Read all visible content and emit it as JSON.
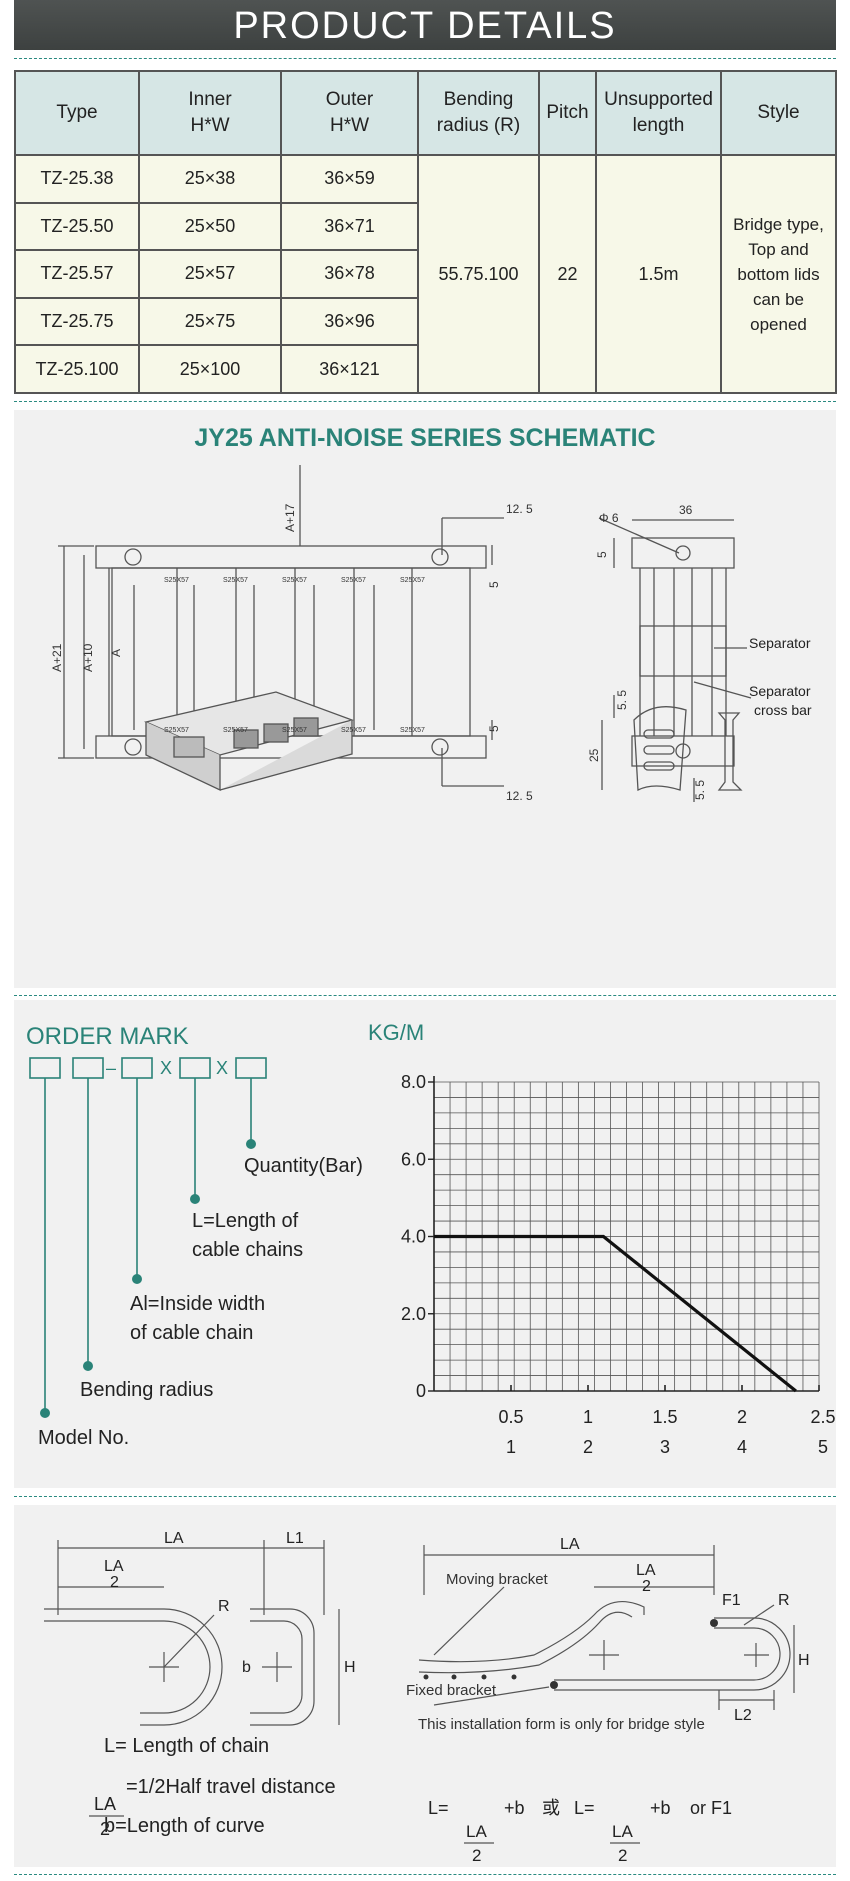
{
  "banner": {
    "title": "PRODUCT DETAILS"
  },
  "table": {
    "headers": {
      "type": "Type",
      "inner_1": "Inner",
      "inner_2": "H*W",
      "outer_1": "Outer",
      "outer_2": "H*W",
      "bending_1": "Bending",
      "bending_2": "radius (R)",
      "pitch": "Pitch",
      "unsupported_1": "Unsupported",
      "unsupported_2": "length",
      "style": "Style"
    },
    "rows": [
      {
        "type": "TZ-25.38",
        "inner": "25×38",
        "outer": "36×59"
      },
      {
        "type": "TZ-25.50",
        "inner": "25×50",
        "outer": "36×71"
      },
      {
        "type": "TZ-25.57",
        "inner": "25×57",
        "outer": "36×78"
      },
      {
        "type": "TZ-25.75",
        "inner": "25×75",
        "outer": "36×96"
      },
      {
        "type": "TZ-25.100",
        "inner": "25×100",
        "outer": "36×121"
      }
    ],
    "bending_radius": "55.75.100",
    "pitch": "22",
    "unsupported_length": "1.5m",
    "style_lines": [
      "Bridge type,",
      "Top and",
      "bottom lids",
      "can be",
      "opened"
    ]
  },
  "schematic": {
    "title": "JY25 ANTI-NOISE SERIES SCHEMATIC",
    "dims": {
      "a17": "A+17",
      "a21": "A+21",
      "a10": "A+10",
      "a": "A",
      "d12_5_top": "12. 5",
      "d12_5_bottom": "12. 5",
      "d5_top": "5",
      "d5_bottom": "5",
      "phi6": "Φ 6",
      "d36": "36",
      "d5_side": "5",
      "d5_5_top": "5. 5",
      "d5_5_bottom": "5. 5",
      "d25": "25"
    },
    "plate_label": "S25X57",
    "callouts": {
      "separator": "Separator",
      "cross_bar_1": "Separator",
      "cross_bar_2": "cross bar"
    }
  },
  "order": {
    "title": "ORDER MARK",
    "dash": "–",
    "x1": "X",
    "x2": "X",
    "quantity": "Quantity(Bar)",
    "length_1": "L=Length of",
    "length_2": "cable chains",
    "width_1": "Al=Inside width",
    "width_2": "of cable chain",
    "bending": "Bending radius",
    "model": "Model No."
  },
  "chart_data": {
    "type": "line",
    "title": "KG/M",
    "ylabel": "KG/M",
    "ytick_labels": [
      "0",
      "2.0",
      "4.0",
      "6.0",
      "8.0"
    ],
    "xtick_labels_m": [
      "0.5",
      "1",
      "1.5",
      "2",
      "2.5"
    ],
    "xtick_labels_ft": [
      "1",
      "2",
      "3",
      "4",
      "5"
    ],
    "ylim": [
      0,
      8.0
    ],
    "xlim": [
      0,
      2.5
    ],
    "grid": true,
    "series": [
      {
        "x": [
          0,
          1.1,
          2.35
        ],
        "y": [
          4.0,
          4.0,
          0
        ]
      }
    ]
  },
  "install": {
    "left": {
      "la": "LA",
      "l1": "L1",
      "la_half_num": "LA",
      "la_half_den": "2",
      "r": "R",
      "b": "b",
      "h": "H"
    },
    "right": {
      "la": "LA",
      "la_half_num": "LA",
      "la_half_den": "2",
      "moving": "Moving bracket",
      "fixed": "Fixed bracket",
      "f1": "F1",
      "r": "R",
      "h": "H",
      "l2": "L2"
    },
    "note": "This installation form is only for bridge style",
    "legend": {
      "length": "L= Length of chain",
      "half_num": "LA",
      "half_den": "2",
      "half_text": "=1/2Half travel distance",
      "curve": "b=Length of curve"
    },
    "formula": {
      "l1": "L=",
      "num1": "LA",
      "den1": "2",
      "plus_b1": "+b",
      "or_cn": "或",
      "l2": "L=",
      "num2": "LA",
      "den2": "2",
      "plus_b2": "+b",
      "or_f1": "or F1"
    }
  }
}
